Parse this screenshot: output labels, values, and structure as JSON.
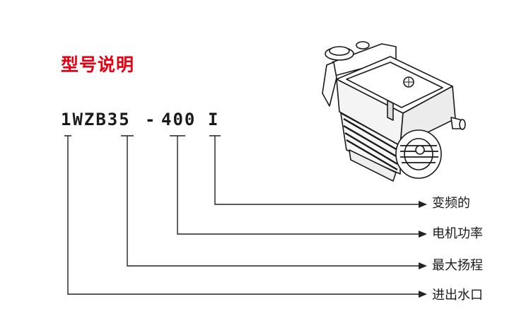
{
  "title": "型号说明",
  "model_code": {
    "base": "1WZB35",
    "separator": "-",
    "power": "400",
    "suffix": "I"
  },
  "meanings": [
    "变频的",
    "电机功率",
    "最大扬程",
    "进出水口"
  ],
  "colors": {
    "title": "#e60012",
    "text": "#1a1a1a",
    "lines": "#222222"
  },
  "icons": [
    "pump-illustration"
  ]
}
